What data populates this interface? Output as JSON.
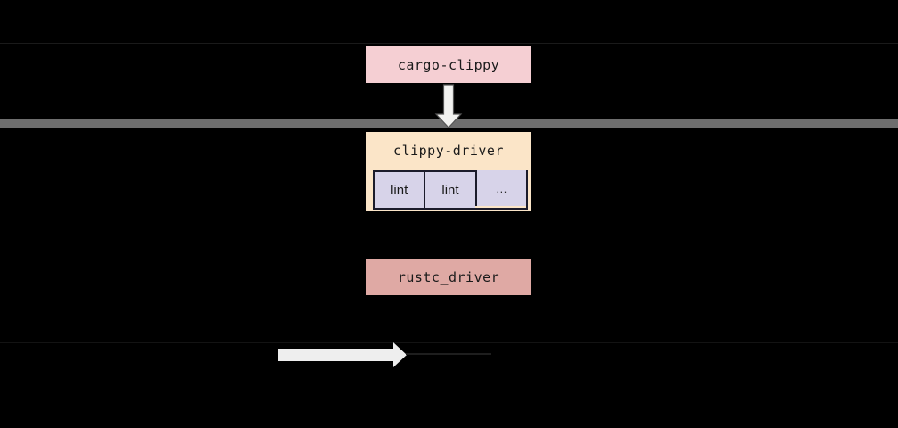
{
  "diagram": {
    "background": "#000000",
    "nodes": {
      "cargo_clippy": {
        "label": "cargo-clippy",
        "fill": "#f5cfd3",
        "border": "#000000"
      },
      "clippy_driver": {
        "label": "clippy-driver",
        "fill": "#fbe5c8",
        "border": "#000000",
        "lint_cell_fill": "#d7d3e9",
        "lint_cell_border": "#1b1b2b",
        "lint_cells": [
          {
            "label": "lint"
          },
          {
            "label": "lint"
          },
          {
            "label": "…"
          }
        ]
      },
      "rustc_driver": {
        "label": "rustc_driver",
        "fill": "#dfa9a4",
        "border": "#000000"
      }
    },
    "separator_bar": {
      "color": "#6e6e6e"
    },
    "arrows": {
      "down_arrow": {
        "fill": "#f2f2f0",
        "stroke": "#555555"
      },
      "legend_arrow": {
        "fill": "#eeeeee"
      }
    },
    "hairlines": {
      "top_color": "#1a1a1a",
      "bottom_color": "#131313",
      "tail_color": "#1e1e1e"
    }
  }
}
